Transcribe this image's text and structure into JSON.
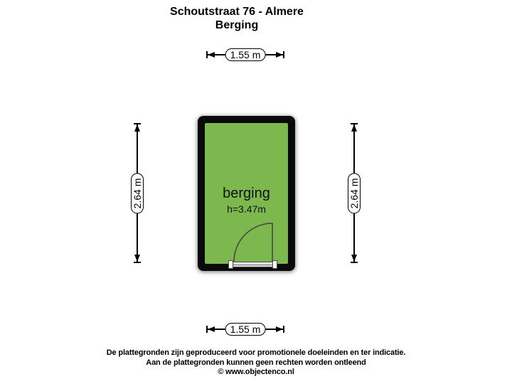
{
  "title": {
    "address": "Schoutstraat 76 - Almere",
    "subtitle": "Berging"
  },
  "room": {
    "name": "berging",
    "ceiling_height": "h=3.47m",
    "floor_color": "#7CB84D",
    "wall_color": "#0A0A0A",
    "door_color": "#444444"
  },
  "dimensions": {
    "top": "1.55 m",
    "bottom": "1.55 m",
    "left": "2.64 m",
    "right": "2.64 m"
  },
  "footer": {
    "line1": "De plattegronden zijn geproduceerd voor promotionele doeleinden en ter indicatie.",
    "line2": "Aan de plattegronden kunnen geen rechten worden ontleend",
    "line3": "© www.objectenco.nl"
  }
}
